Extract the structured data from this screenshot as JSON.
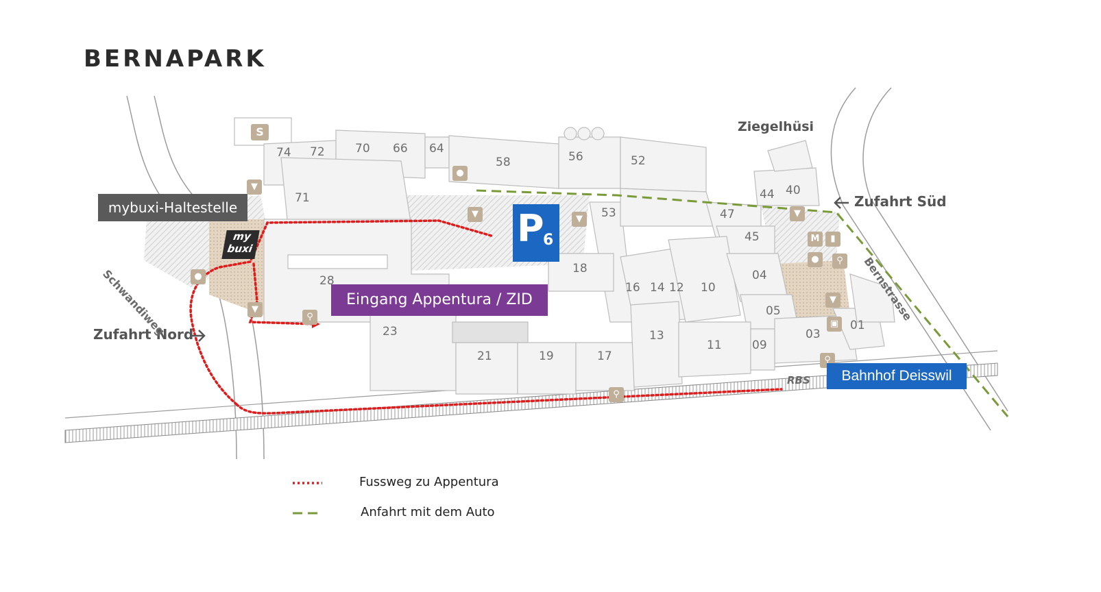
{
  "title": "BERNAPARK",
  "colors": {
    "footpath": "#e01b1b",
    "car_route": "#7a9a3a",
    "parking": "#1b67c2",
    "entrance": "#7b3b94",
    "stop_label": "#5a5a5a",
    "station": "#1b67c2"
  },
  "labels": {
    "ziegelhuesi": "Ziegelhüsi",
    "zufahrt_sued": "Zufahrt Süd",
    "zufahrt_nord": "Zufahrt Nord",
    "schwandiweg": "Schwandiweg",
    "bernstrasse": "Bernstrasse",
    "rbs": "RBS",
    "s_sign": "S"
  },
  "badges": {
    "mybuxi_stop": "mybuxi-Haltestelle",
    "mybuxi_logo_top": "my",
    "mybuxi_logo_bottom": "buxi",
    "parking_letter": "P",
    "parking_number": "6",
    "entrance": "Eingang Appentura / ZID",
    "station": "Bahnhof Deisswil"
  },
  "buildings": [
    "74",
    "72",
    "70",
    "66",
    "64",
    "58",
    "56",
    "52",
    "71",
    "53",
    "47",
    "45",
    "44",
    "40",
    "18",
    "16",
    "14",
    "12",
    "10",
    "04",
    "05",
    "28",
    "23",
    "21",
    "19",
    "17",
    "13",
    "11",
    "09",
    "03",
    "01"
  ],
  "legend": [
    {
      "key": "footpath",
      "text": "Fussweg zu Appentura"
    },
    {
      "key": "car",
      "text": "Anfahrt mit dem Auto"
    }
  ]
}
